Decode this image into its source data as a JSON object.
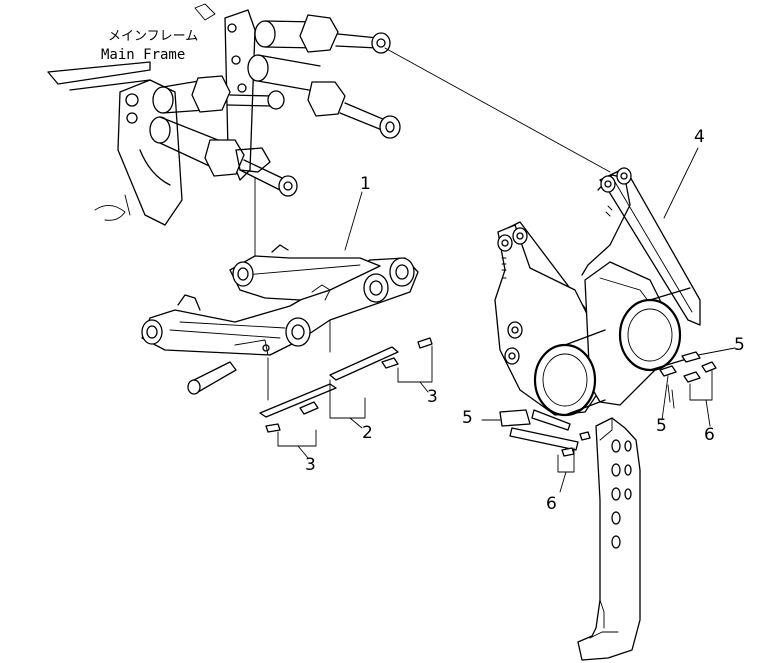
{
  "frame_label": {
    "jp": "メインフレーム",
    "en": "Main  Frame"
  },
  "callouts": {
    "c1": "1",
    "c2": "2",
    "c3a": "3",
    "c3b": "3",
    "c4": "4",
    "c5a": "5",
    "c5b": "5",
    "c5c": "5",
    "c6a": "6",
    "c6b": "6"
  }
}
